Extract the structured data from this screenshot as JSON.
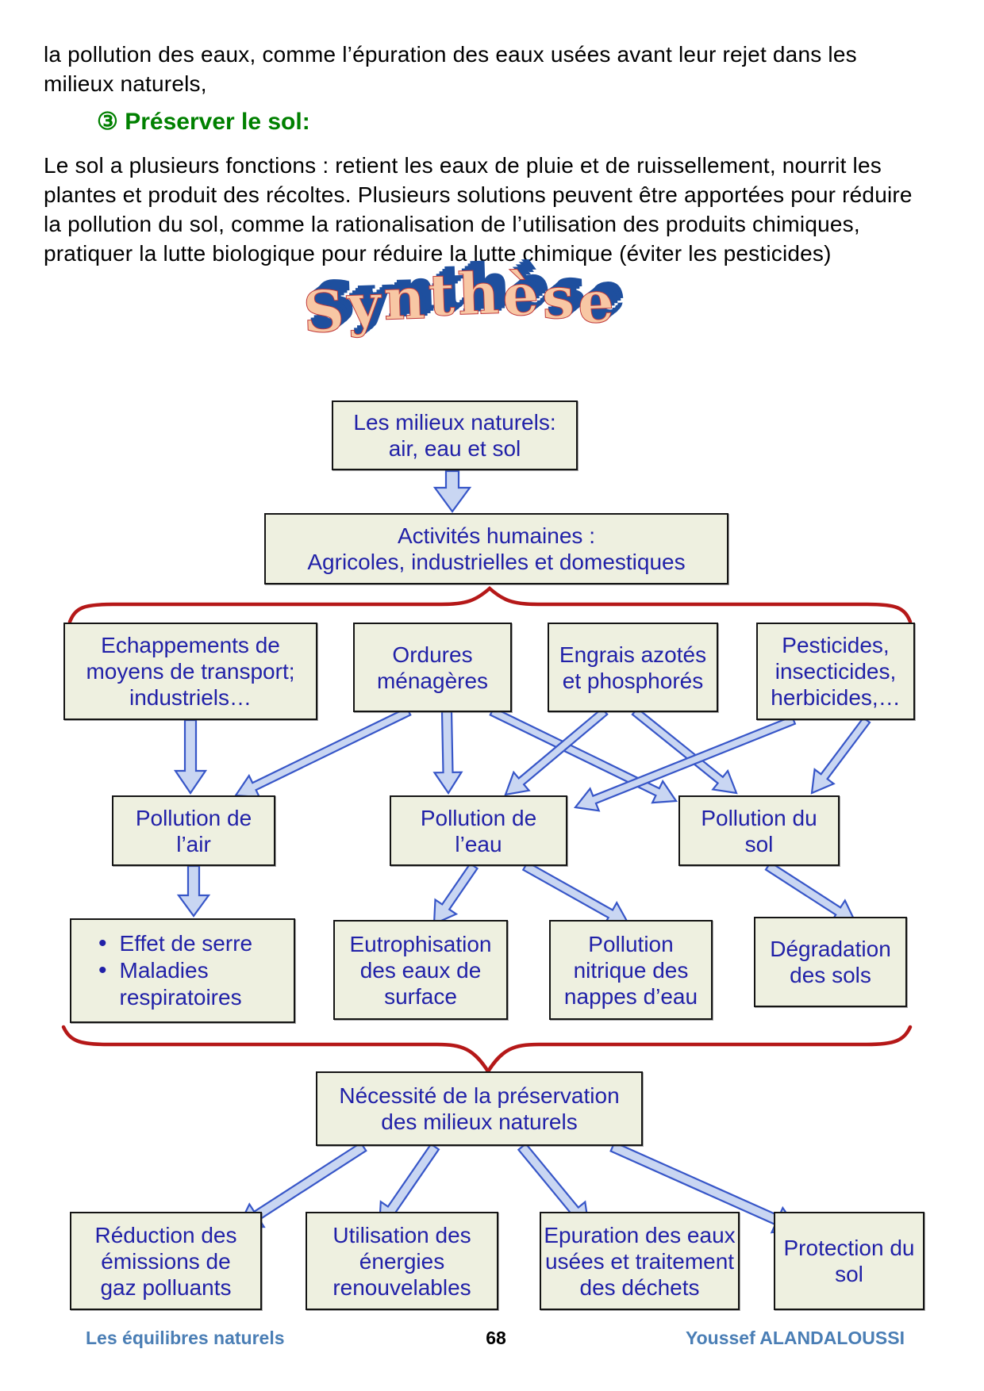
{
  "page": {
    "para1": "la pollution des eaux, comme l’épuration des eaux usées avant leur rejet dans les\nmilieux naturels,",
    "heading": "③ Préserver le sol:",
    "para2": "Le sol a plusieurs fonctions : retient les eaux de pluie et de ruissellement, nourrit les\nplantes et produit des récoltes. Plusieurs solutions peuvent être apportées pour réduire\nla pollution du sol, comme la rationalisation de l’utilisation des produits chimiques,\npratiquer la lutte biologique pour réduire la lutte chimique (éviter les pesticides)",
    "wordart": "Synthèse"
  },
  "diagram": {
    "milieux": "Les milieux naturels:\nair, eau et sol",
    "activites": "Activités humaines :\nAgricoles, industrielles et domestiques",
    "sources": [
      "Echappements de\nmoyens de transport;\nindustriels…",
      "Ordures\nménagères",
      "Engrais azotés\net phosphorés",
      "Pesticides,\ninsecticides,\nherbicides,…"
    ],
    "pollutions": [
      "Pollution de\nl’air",
      "Pollution de\nl’eau",
      "Pollution du\nsol"
    ],
    "effects_bullets": [
      "Effet de serre",
      "Maladies\nrespiratoires"
    ],
    "effects": [
      "Eutrophisation\ndes eaux de\nsurface",
      "Pollution\nnitrique des\nnappes d’eau",
      "Dégradation\ndes sols"
    ],
    "necessite": "Nécessité de la préservation\ndes milieux naturels",
    "solutions": [
      "Réduction des\némissions de\ngaz polluants",
      "Utilisation des\nénergies\nrenouvelables",
      "Epuration des eaux\nusées et traitement\ndes déchets",
      "Protection du\nsol"
    ]
  },
  "footer": {
    "left": "Les équilibres naturels",
    "page": "68",
    "right": "Youssef ALANDALOUSSI"
  },
  "colors": {
    "text_blue": "#2121a8",
    "box_fill": "#eef0e0",
    "arrow_fill": "#c9d6f2",
    "arrow_stroke": "#3756c8",
    "brace_red": "#b51818",
    "heading_green": "#008000",
    "footer_blue": "#4a7eb5"
  }
}
